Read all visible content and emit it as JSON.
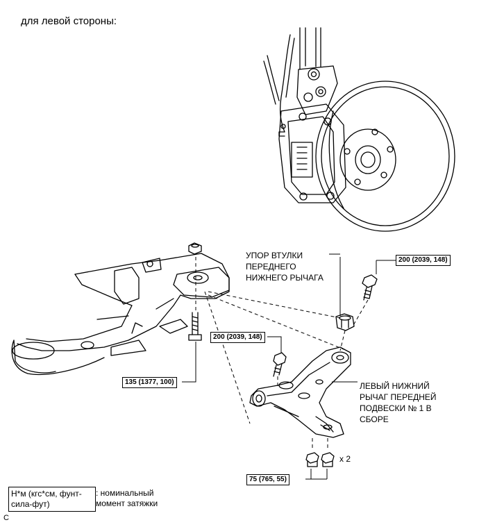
{
  "heading": "для левой стороны:",
  "labels": {
    "bushing_stopper": [
      "УПОР ВТУЛКИ",
      "ПЕРЕДНЕГО",
      "НИЖНЕГО РЫЧАГА"
    ],
    "lower_arm": [
      "ЛЕВЫЙ НИЖНИЙ",
      "РЫЧАГ ПЕРЕДНЕЙ",
      "ПОДВЕСКИ № 1 В",
      "СБОРЕ"
    ]
  },
  "torques": {
    "top_right": "200 (2039, 148)",
    "middle": "200 (2039, 148)",
    "bolt_left": "135 (1377, 100)",
    "bottom": "75 (765, 55)"
  },
  "multiplier": "x 2",
  "legend": {
    "box_lines": [
      "Н*м (кгс*см, фунт-",
      "сила-фут)"
    ],
    "text_lines": [
      ": номинальный",
      "момент затяжки"
    ]
  },
  "corner_code": "C"
}
